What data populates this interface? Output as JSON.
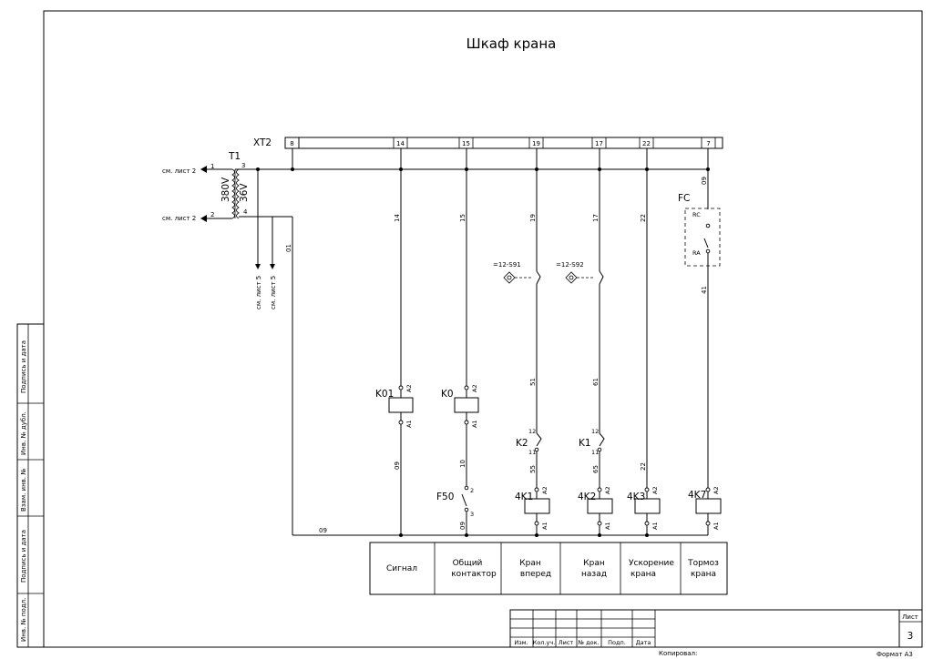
{
  "title": "Шкаф крана",
  "terminal_block": {
    "name": "XT2",
    "terminals": [
      "8",
      "14",
      "15",
      "19",
      "17",
      "22",
      "7"
    ]
  },
  "transformer": {
    "name": "T1",
    "primary_v": "380V",
    "secondary_v": "36V",
    "pins": [
      "1",
      "2",
      "3",
      "4"
    ]
  },
  "refs": {
    "sheet2": "см. лист 2",
    "sheet5": "см. лист 5"
  },
  "wires": {
    "w01": "01",
    "w14": "14",
    "w15": "15",
    "w19": "19",
    "w17": "17",
    "w22": "22",
    "w09": "09",
    "w41": "41",
    "w51": "51",
    "w61": "61",
    "w10": "10",
    "w55": "55",
    "w65": "65"
  },
  "sensors": {
    "s91": "=12-S91",
    "s92": "=12-S92"
  },
  "fc": {
    "name": "FC",
    "rc": "RC",
    "ra": "RA"
  },
  "coils": {
    "k01": "K01",
    "k0": "K0",
    "k1": "4K1",
    "k2": "4K2",
    "k3": "4K3",
    "k7": "4K7",
    "a1": "A1",
    "a2": "A2"
  },
  "contacts": {
    "k2": "K2",
    "k1": "K1",
    "f50": "F50",
    "p11": "11",
    "p12": "12",
    "p2": "2",
    "p3": "3"
  },
  "legend": [
    "Сигнал",
    "Общий контактор",
    "Кран вперед",
    "Кран назад",
    "Ускорение крана",
    "Тормоз крана"
  ],
  "legend_lines": {
    "l2a": "Общий",
    "l2b": "контактор",
    "l3a": "Кран",
    "l3b": "вперед",
    "l4a": "Кран",
    "l4b": "назад",
    "l5a": "Ускорение",
    "l5b": "крана",
    "l6a": "Тормоз",
    "l6b": "крана"
  },
  "stamp_cols": [
    "Изм.",
    "Кол.уч.",
    "Лист",
    "№ док.",
    "Подп.",
    "Дата"
  ],
  "side_labels": [
    "Подпись и дата",
    "Инв. № дубл.",
    "Взам. инв. №",
    "Подпись и дата",
    "Инв. № подл."
  ],
  "sheet_label": "Лист",
  "sheet_number": "3",
  "copied": "Копировал:",
  "format": "Формат А3"
}
